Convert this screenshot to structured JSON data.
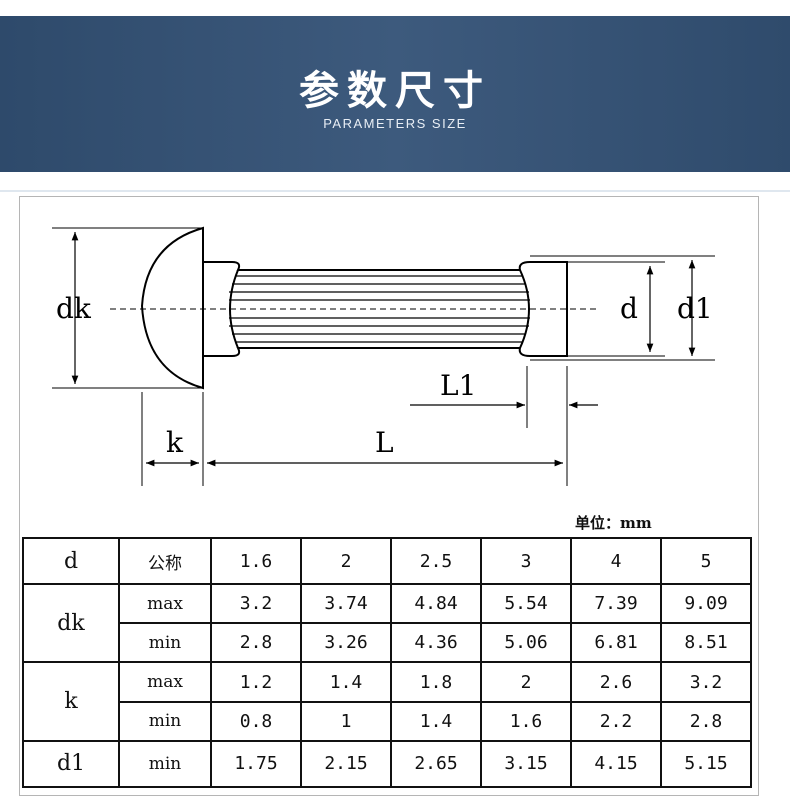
{
  "banner": {
    "title": "参数尺寸",
    "subtitle": "PARAMETERS SIZE"
  },
  "diagram": {
    "labels": {
      "dk": "dk",
      "d": "d",
      "d1": "d1",
      "L1": "L1",
      "k": "k",
      "L": "L"
    }
  },
  "unit_label": "单位：mm",
  "table": {
    "header": {
      "param": "d",
      "nominal_label": "公称",
      "sizes": [
        "1.6",
        "2",
        "2.5",
        "3",
        "4",
        "5"
      ]
    },
    "rows": [
      {
        "param": "dk",
        "sub": "max",
        "values": [
          "3.2",
          "3.74",
          "4.84",
          "5.54",
          "7.39",
          "9.09"
        ]
      },
      {
        "param": "dk",
        "sub": "min",
        "values": [
          "2.8",
          "3.26",
          "4.36",
          "5.06",
          "6.81",
          "8.51"
        ]
      },
      {
        "param": "k",
        "sub": "max",
        "values": [
          "1.2",
          "1.4",
          "1.8",
          "2",
          "2.6",
          "3.2"
        ]
      },
      {
        "param": "k",
        "sub": "min",
        "values": [
          "0.8",
          "1",
          "1.4",
          "1.6",
          "2.2",
          "2.8"
        ]
      },
      {
        "param": "d1",
        "sub": "min",
        "values": [
          "1.75",
          "2.15",
          "2.65",
          "3.15",
          "4.15",
          "5.15"
        ]
      }
    ]
  }
}
